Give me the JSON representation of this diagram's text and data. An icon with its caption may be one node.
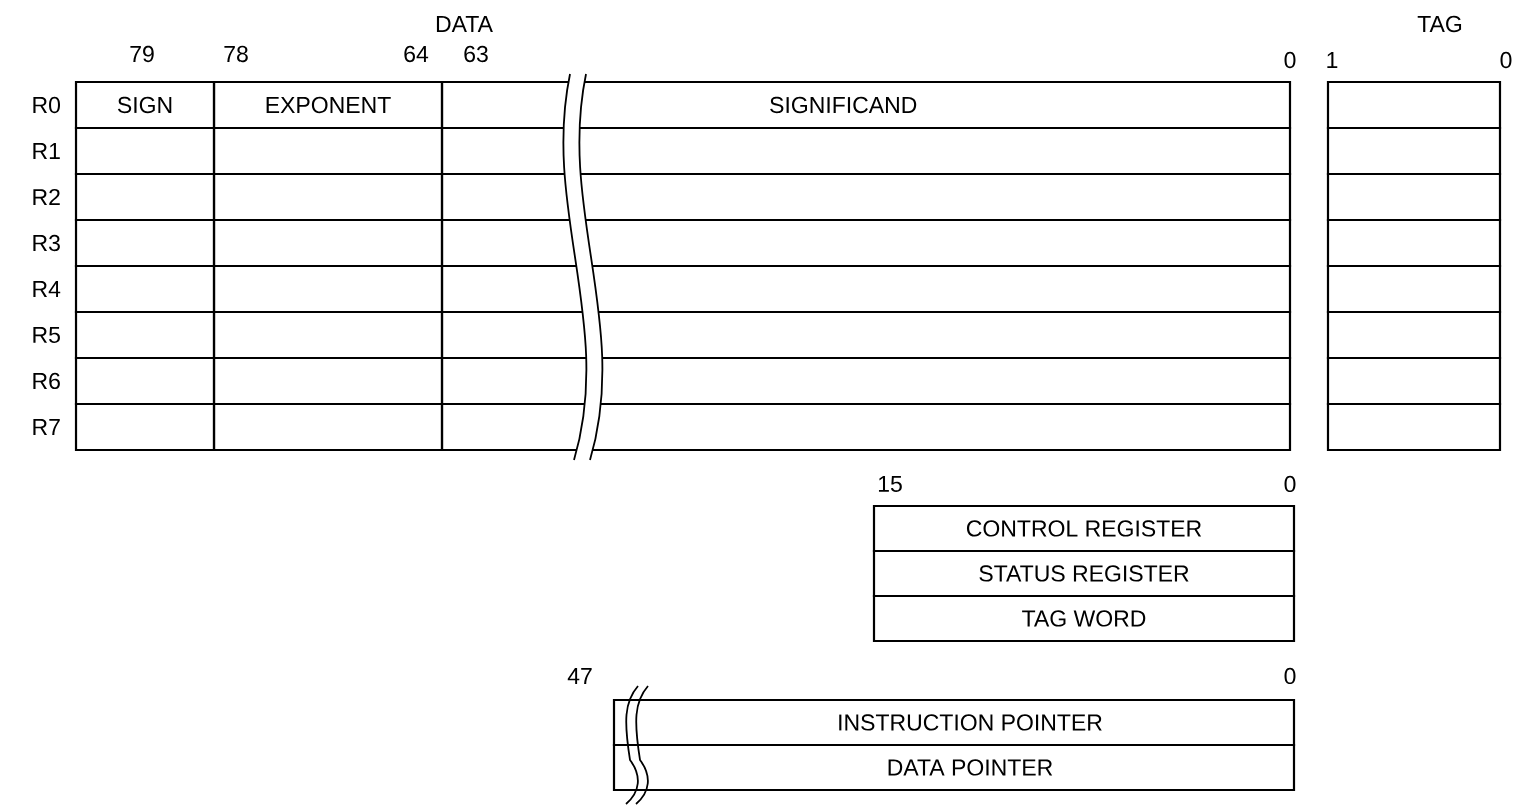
{
  "diagram": {
    "nodes": [
      {
        "text": [
          "SIGN"
        ]
      },
      {
        "text": [
          "EXPONENT"
        ]
      },
      {
        "text": [
          "SIGNIFICAND"
        ]
      },
      {
        "text": [],
        "shape": "box"
      },
      {
        "text": [],
        "shape": "box"
      },
      {
        "text": [],
        "shape": "box"
      },
      {
        "text": [],
        "shape": "box"
      },
      {
        "text": [],
        "shape": "box"
      },
      {
        "text": [],
        "shape": "box"
      },
      {
        "text": [],
        "shape": "box"
      },
      {
        "text": [],
        "shape": "box"
      },
      {
        "text": [],
        "shape": "box"
      },
      {
        "text": [],
        "shape": "box"
      },
      {
        "text": [],
        "shape": "box"
      },
      {
        "text": [],
        "shape": "box"
      },
      {
        "text": [],
        "shape": "box"
      },
      {
        "text": [],
        "shape": "box"
      },
      {
        "text": [],
        "shape": "box"
      },
      {
        "text": [],
        "shape": "box"
      },
      {
        "text": [],
        "shape": "box"
      },
      {
        "text": [],
        "shape": "box"
      },
      {
        "text": [],
        "shape": "box"
      },
      {
        "text": [],
        "shape": "box"
      },
      {
        "text": [],
        "shape": "box"
      },
      {
        "text": [],
        "shape": "box"
      },
      {
        "text": [],
        "shape": "box"
      },
      {
        "text": [],
        "shape": "box"
      },
      {
        "text": [],
        "shape": "box"
      },
      {
        "text": [],
        "shape": "box"
      },
      {
        "text": [],
        "shape": "box"
      },
      {
        "text": [],
        "shape": "box"
      },
      {
        "text": [],
        "shape": "box"
      },
      {
        "text": [
          "CONTROL REGISTER"
        ]
      },
      {
        "text": [
          "STATUS REGISTER"
        ]
      },
      {
        "text": [
          "TAG WORD"
        ]
      },
      {
        "text": [
          "INSTRUCTION POINTER"
        ]
      },
      {
        "text": [
          "DATA POINTER"
        ]
      }
    ],
    "labels": [
      "DATA",
      "TAG",
      "79",
      "78",
      "64",
      "63",
      "0",
      "1",
      "0",
      "R0",
      "R1",
      "R2",
      "R3",
      "R4",
      "R5",
      "R6",
      "R7",
      "15",
      "0",
      "47",
      "0"
    ]
  }
}
